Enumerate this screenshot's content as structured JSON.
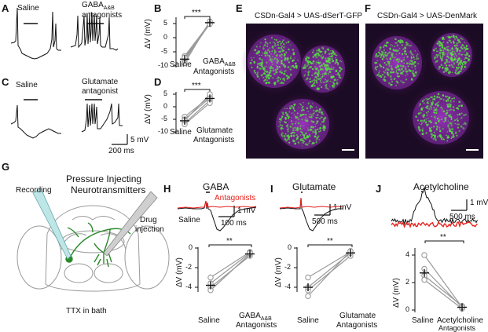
{
  "panels": {
    "A": {
      "letter": "A",
      "left_label": "Saline",
      "right_label_main": "GABA",
      "right_label_sub": "A&B",
      "right_label_line2": "antagonists"
    },
    "B": {
      "letter": "B",
      "ylabel": "ΔV (mV)",
      "ticks": [
        "5",
        "0",
        "-5",
        "-10"
      ],
      "xlabel1": "Saline",
      "xlabel2_main": "GABA",
      "xlabel2_sub": "A&B",
      "xlabel2_line2": "Antagonists",
      "sig": "***"
    },
    "C": {
      "letter": "C",
      "left_label": "Saline",
      "right_label_line1": "Glutamate",
      "right_label_line2": "antagonist",
      "scale_v": "5 mV",
      "scale_t": "200 ms"
    },
    "D": {
      "letter": "D",
      "ylabel": "ΔV (mV)",
      "ticks": [
        "5",
        "0",
        "-5",
        "-10"
      ],
      "xlabel1": "Saline",
      "xlabel2_line1": "Glutamate",
      "xlabel2_line2": "Antagonists",
      "sig": "***"
    },
    "E": {
      "letter": "E",
      "title": "CSDn-Gal4 >  UAS-dSerT-GFP"
    },
    "F": {
      "letter": "F",
      "title": "CSDn-Gal4 > UAS-DenMark"
    },
    "G": {
      "letter": "G",
      "title_line1": "Pressure Injecting",
      "title_line2": "Neurotransmitters",
      "recording": "Recording",
      "drug_line1": "Drug",
      "drug_line2": "injection",
      "bath": "TTX in bath"
    },
    "H": {
      "letter": "H",
      "title": "GABA",
      "legend_red": "Antagonists",
      "legend_black": "Saline",
      "scale_v": "1 mV",
      "scale_t": "100 ms",
      "ylabel": "ΔV (mV)",
      "ticks": [
        "0",
        "-2",
        "-4"
      ],
      "xlabel1": "Saline",
      "xlabel2_main": "GABA",
      "xlabel2_sub": "A&B",
      "xlabel2_line2": "Antagonists",
      "sig": "**"
    },
    "I": {
      "letter": "I",
      "title": "Glutamate",
      "scale_v": "1 mV",
      "scale_t": "500 ms",
      "ylabel": "ΔV (mV)",
      "ticks": [
        "0",
        "-2",
        "-4"
      ],
      "xlabel1": "Saline",
      "xlabel2_line1": "Glutamate",
      "xlabel2_line2": "Antagonists",
      "sig": "**"
    },
    "J": {
      "letter": "J",
      "title": "Acetylcholine",
      "scale_v": "1 mV",
      "scale_t": "500 ms",
      "ylabel": "ΔV (mV)",
      "ticks": [
        "4",
        "2",
        "0"
      ],
      "xlabel1": "Saline",
      "xlabel2_line1": "Acetylcholine",
      "xlabel2_line2": "Antagonists",
      "sig": "**"
    }
  },
  "colors": {
    "red_trace": "#e8201b",
    "gray_points": "#9a9a9a",
    "neuron_green": "#2a8a2a",
    "magenta": "#b03cd0",
    "gfp_green": "#55e040"
  },
  "chart_data": [
    {
      "panel": "B",
      "type": "scatter",
      "categories": [
        "Saline",
        "GABA A&B Antagonists"
      ],
      "ylim": [
        -12,
        8
      ],
      "series": [
        {
          "values": [
            -7.5,
            5.5
          ]
        },
        {
          "values": [
            -8.0,
            5.0
          ]
        },
        {
          "values": [
            -6.5,
            5.2
          ]
        },
        {
          "values": [
            -9.0,
            5.8
          ]
        },
        {
          "values": [
            -7.0,
            4.8
          ]
        }
      ],
      "means": [
        -7.6,
        5.3
      ]
    },
    {
      "panel": "D",
      "type": "scatter",
      "categories": [
        "Saline",
        "Glutamate Antagonists"
      ],
      "ylim": [
        -12,
        8
      ],
      "series": [
        {
          "values": [
            -4.0,
            4.0
          ]
        },
        {
          "values": [
            -6.5,
            2.5
          ]
        },
        {
          "values": [
            -5.0,
            3.5
          ]
        },
        {
          "values": [
            -7.0,
            1.5
          ]
        },
        {
          "values": [
            -5.5,
            5.0
          ]
        }
      ],
      "means": [
        -5.6,
        3.3
      ]
    },
    {
      "panel": "H",
      "type": "scatter",
      "categories": [
        "Saline",
        "GABA A&B Antagonists"
      ],
      "ylim": [
        -5,
        0.5
      ],
      "series": [
        {
          "values": [
            -3.0,
            -0.4
          ]
        },
        {
          "values": [
            -4.0,
            -0.8
          ]
        },
        {
          "values": [
            -4.3,
            -0.6
          ]
        },
        {
          "values": [
            -3.6,
            -0.5
          ]
        }
      ],
      "means": [
        -3.8,
        -0.6
      ]
    },
    {
      "panel": "I",
      "type": "scatter",
      "categories": [
        "Saline",
        "Glutamate Antagonists"
      ],
      "ylim": [
        -5,
        0.5
      ],
      "series": [
        {
          "values": [
            -3.0,
            -0.4
          ]
        },
        {
          "values": [
            -4.3,
            -0.8
          ]
        },
        {
          "values": [
            -4.0,
            -0.5
          ]
        },
        {
          "values": [
            -4.9,
            -0.3
          ]
        }
      ],
      "means": [
        -4.0,
        -0.5
      ]
    },
    {
      "panel": "J",
      "type": "scatter",
      "categories": [
        "Saline",
        "Acetylcholine Antagonists"
      ],
      "ylim": [
        -0.2,
        4.8
      ],
      "series": [
        {
          "values": [
            4.0,
            0.2
          ]
        },
        {
          "values": [
            2.5,
            0.3
          ]
        },
        {
          "values": [
            2.2,
            0.1
          ]
        },
        {
          "values": [
            3.0,
            0.2
          ]
        }
      ],
      "means": [
        2.7,
        0.2
      ]
    }
  ]
}
